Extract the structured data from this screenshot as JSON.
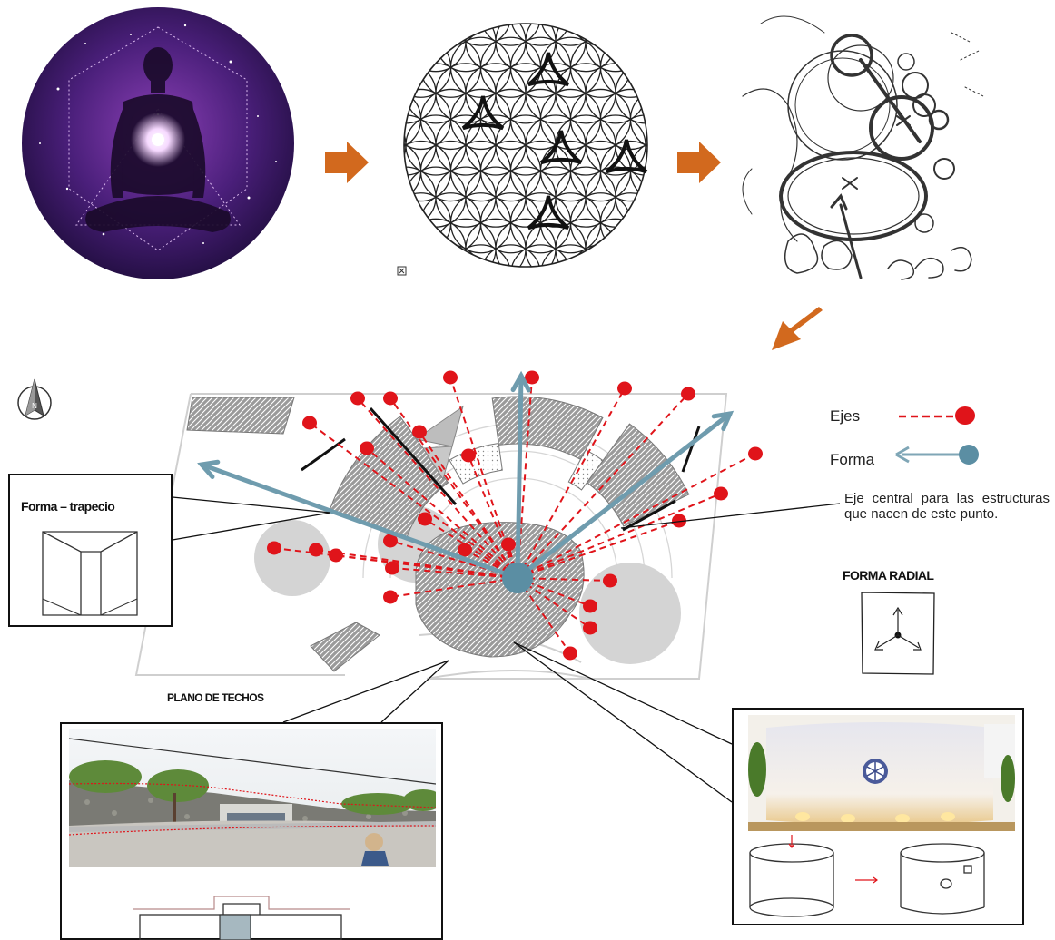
{
  "legend": {
    "ejes_label": "Ejes",
    "forma_label": "Forma",
    "ejes_color": "#e0141a",
    "forma_color": "#5b8ea3"
  },
  "annotation": {
    "central_axis": "Eje central para las estructuras que nacen de este punto."
  },
  "labels": {
    "trapecio": "Forma – trapecio",
    "forma_radial": "FORMA RADIAL",
    "plano_techos": "PLANO DE TECHOS"
  },
  "colors": {
    "arrow_orange": "#d2691e",
    "axis_red": "#e0141a",
    "form_teal": "#5b8ea3",
    "hatch_gray": "#8c8c8c",
    "circle_gray": "#d4d4d4"
  }
}
